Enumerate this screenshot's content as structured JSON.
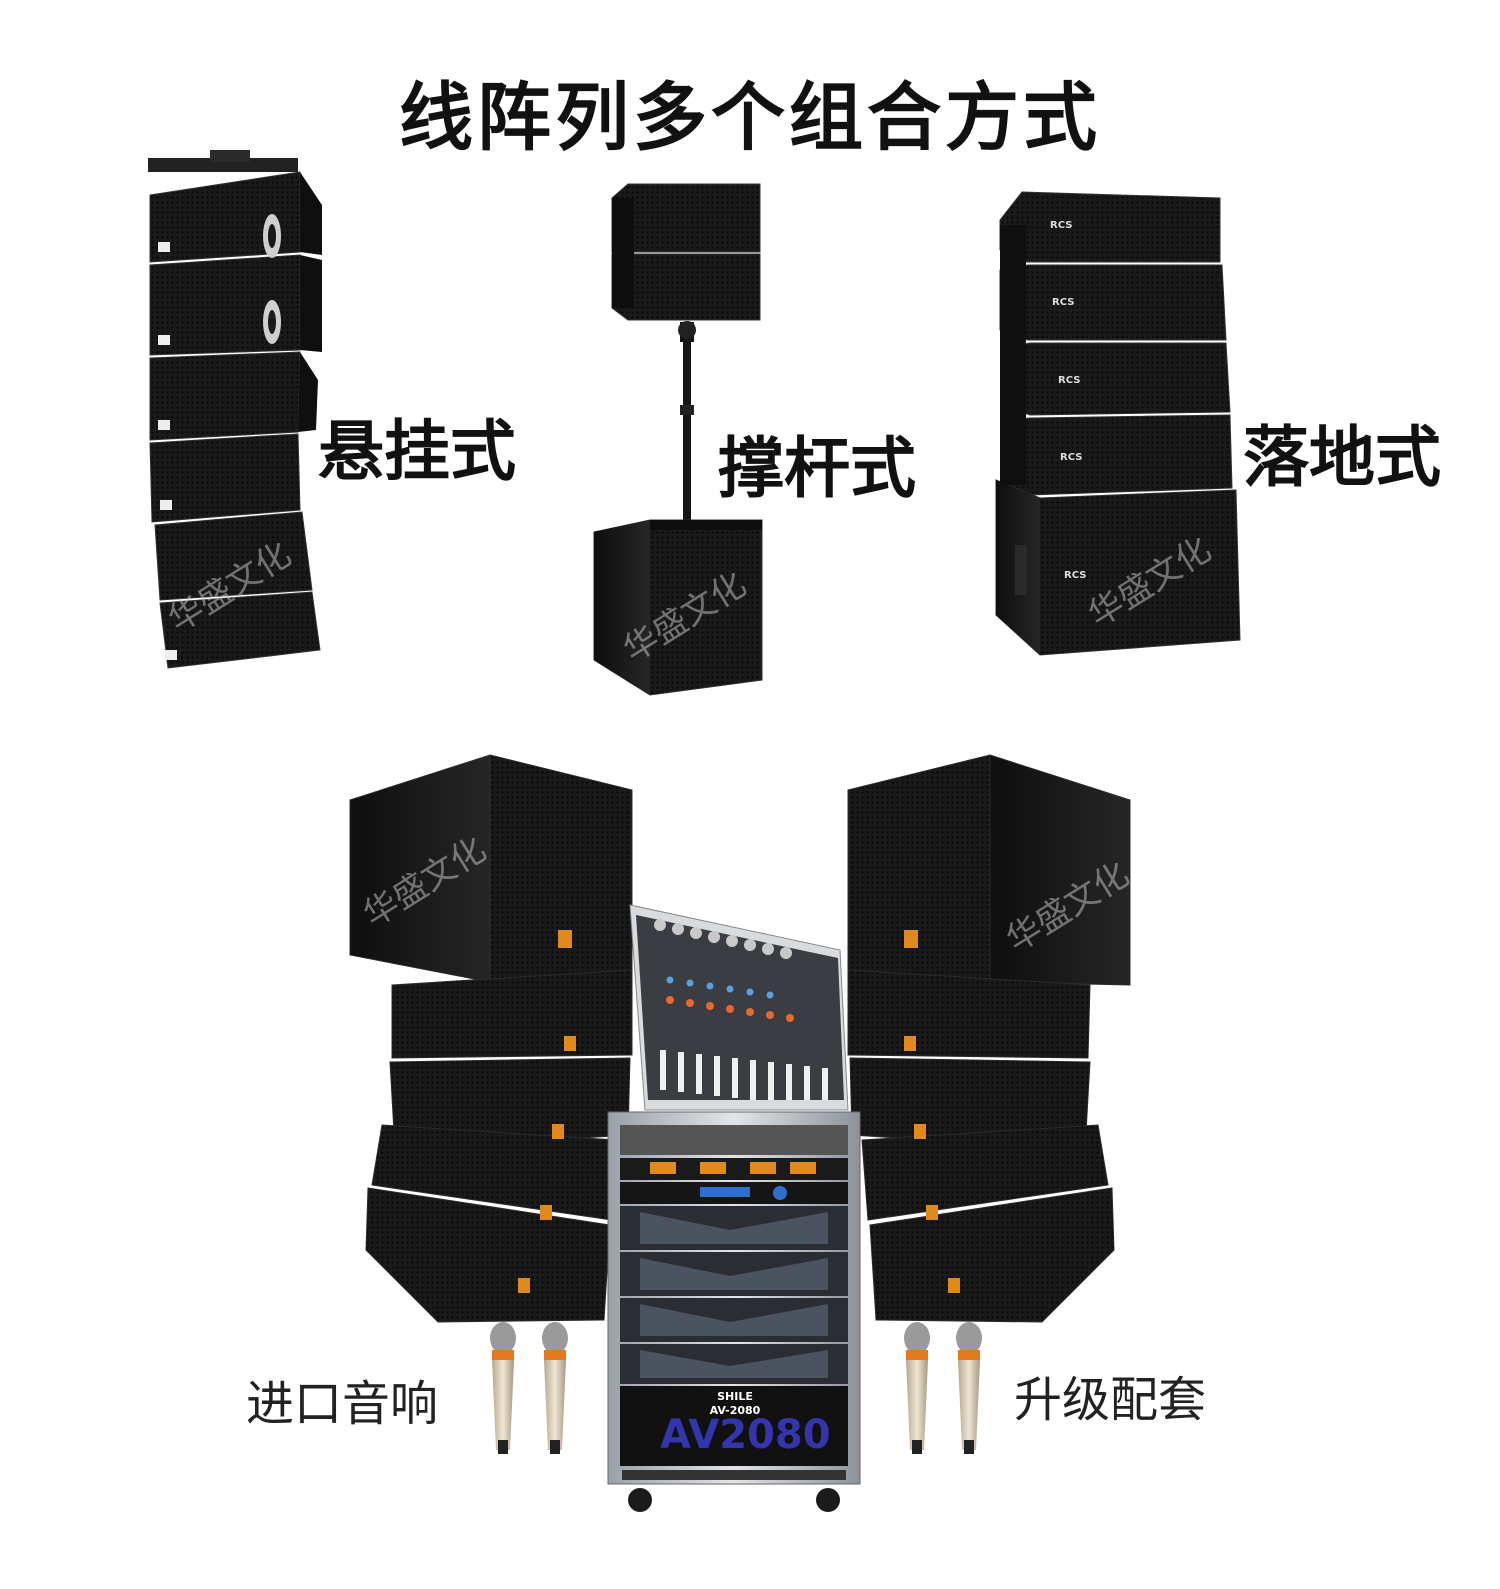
{
  "title": "线阵列多个组合方式",
  "modes": {
    "hanging": "悬挂式",
    "pole": "撑杆式",
    "ground": "落地式"
  },
  "bottom": {
    "left_label": "进口音响",
    "right_label": "升级配套",
    "amp_brand": "SHILE",
    "amp_model": "AV-2080",
    "amp_big": "AV2080"
  },
  "brand_badge": "RCS",
  "watermark": "华盛文化",
  "colors": {
    "cabinet": "#1b1b1b",
    "cabinet_edge": "#2c2c2c",
    "grille": "#151515",
    "accent_orange": "#e08a1e",
    "amp_blue": "#3a3cc8"
  }
}
